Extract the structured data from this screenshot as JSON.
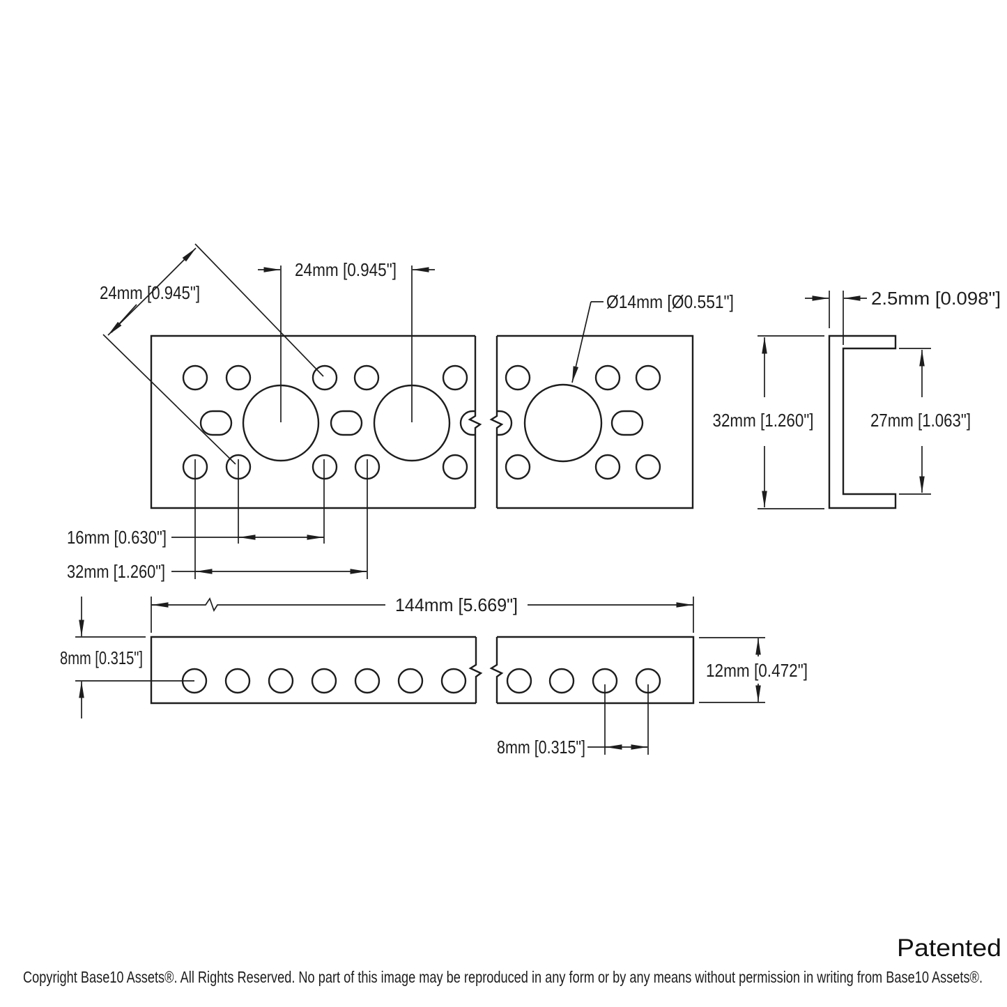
{
  "drawing": {
    "type": "engineering-dimension-drawing",
    "views": [
      "channel-top-view-broken",
      "channel-cross-section",
      "channel-side-view-broken"
    ],
    "labels": {
      "diagonal_hole_spacing": "24mm [0.945\"]",
      "large_hole_spacing": "24mm [0.945\"]",
      "large_hole_diameter": "Ø14mm [Ø0.551\"]",
      "wall_thickness": "2.5mm [0.098\"]",
      "outer_height": "32mm [1.260\"]",
      "inner_height": "27mm [1.063\"]",
      "hole_spacing_16": "16mm [0.630\"]",
      "hole_spacing_32": "32mm [1.260\"]",
      "overall_length": "144mm [5.669\"]",
      "hole_edge_offset": "8mm [0.315\"]",
      "side_height": "12mm [0.472\"]",
      "side_hole_spacing": "8mm [0.315\"]"
    },
    "footer": {
      "patented": "Patented",
      "copyright": "Copyright Base10 Assets®.  All Rights Reserved. No part of this image may be reproduced in any form or by any means without permission in writing from Base10 Assets®."
    },
    "colors": {
      "line": "#1d1d1d",
      "background": "#ffffff"
    }
  }
}
